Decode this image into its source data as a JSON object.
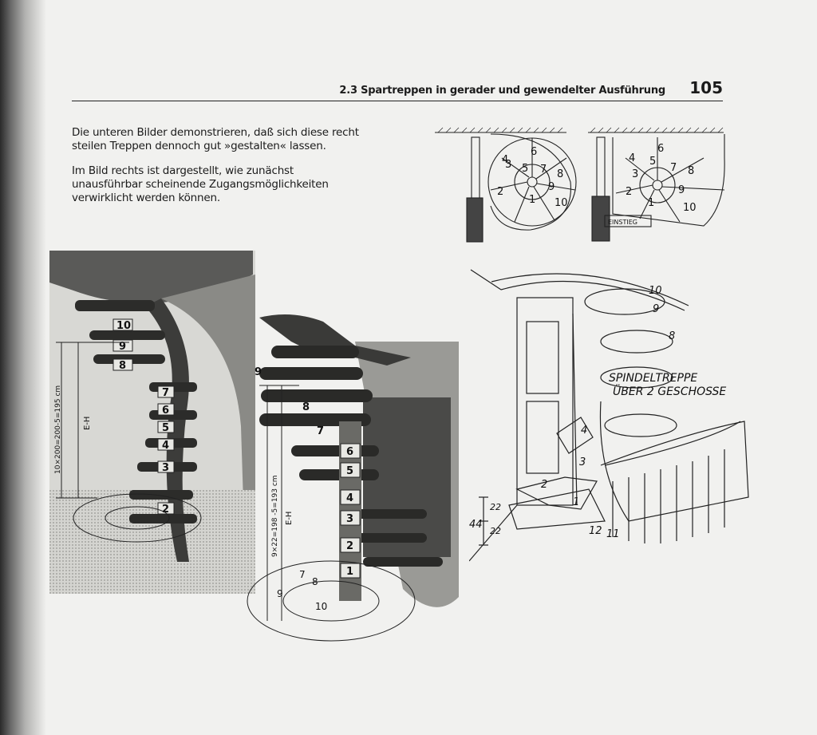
{
  "header": {
    "section_title": "2.3 Spartreppen in gerader und gewendelter Ausführung",
    "page_number": "105"
  },
  "body": {
    "paragraph_1": "Die unteren Bilder demonstrieren, daß sich diese recht steilen Treppen dennoch gut »gestalten« lassen.",
    "paragraph_2": "Im Bild rechts ist dargestellt, wie zunächst unausführbar scheinende Zugangsmöglichkeiten verwirklicht werden können."
  },
  "plan_left": {
    "steps": [
      "1",
      "2",
      "3",
      "4",
      "5",
      "6",
      "7",
      "8",
      "9",
      "10"
    ]
  },
  "plan_right": {
    "steps": [
      "1",
      "2",
      "3",
      "4",
      "5",
      "6",
      "7",
      "8",
      "9",
      "10"
    ],
    "entry_label": "EINSTIEG"
  },
  "photo_left": {
    "step_labels": [
      "10",
      "9",
      "8",
      "7",
      "6",
      "5",
      "4",
      "3",
      "2"
    ],
    "dimension_label": "10×200=200-5=195 cm",
    "height_label": "E-H"
  },
  "render_middle": {
    "step_labels": [
      "9",
      "8",
      "7",
      "6",
      "5",
      "4",
      "3",
      "2",
      "1"
    ],
    "plan_labels": [
      "9",
      "8",
      "7",
      "10"
    ],
    "dimension_label": "9×22=198 -5=193 cm",
    "height_label": "E-H"
  },
  "sketch_right": {
    "caption_line_1": "SPINDELTREPPE",
    "caption_line_2": "ÜBER 2 GESCHOSSE",
    "step_labels": [
      "10",
      "9",
      "8",
      "4",
      "3",
      "2",
      "1",
      "12",
      "11"
    ],
    "dim_total": "44",
    "dim_upper": "22",
    "dim_lower": "22"
  }
}
